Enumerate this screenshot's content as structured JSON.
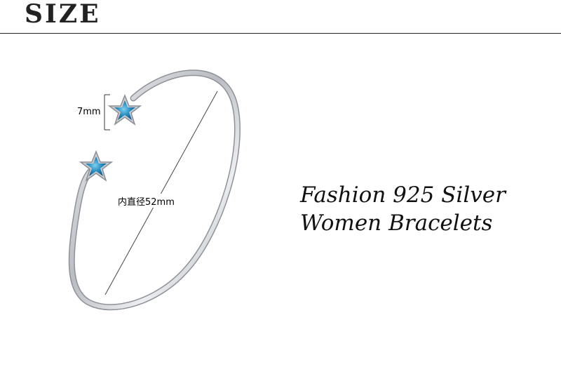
{
  "header": {
    "title": "SIZE"
  },
  "dimensions": {
    "star_size": "7mm",
    "inner_diameter": "内直径52mm"
  },
  "product": {
    "title_line1": "Fashion 925 Silver",
    "title_line2": "Women Bracelets"
  },
  "colors": {
    "silver": "#d4d6da",
    "gem_blue": "#1f7fb6",
    "rule": "#222222"
  }
}
